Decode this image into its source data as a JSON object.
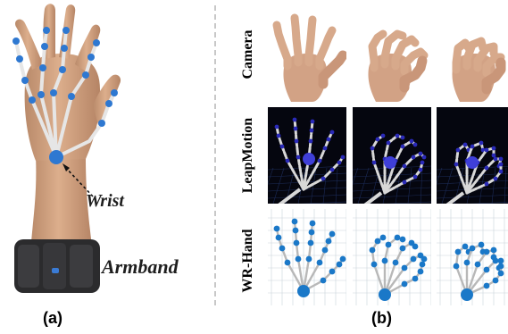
{
  "panel_a": {
    "label": "(a)",
    "wrist_label": "Wrist",
    "armband_label": "Armband",
    "skeleton_color": "#2e78d1",
    "bone_color": "#e6e6e6"
  },
  "panel_b": {
    "label": "(b)",
    "rows": [
      {
        "label": "Camera",
        "style": "photo"
      },
      {
        "label": "LeapMotion",
        "style": "leap"
      },
      {
        "label": "WR-Hand",
        "style": "render"
      }
    ],
    "poses": [
      "open",
      "claw",
      "curl"
    ],
    "colors": {
      "leap_bg": "#05060f",
      "leap_joint": "#2a2ab8",
      "leap_bone": "#d8d8d8",
      "render_joint": "#1a78c8",
      "render_bone": "#b8b8b8",
      "render_grid": "#c9d2da"
    }
  }
}
